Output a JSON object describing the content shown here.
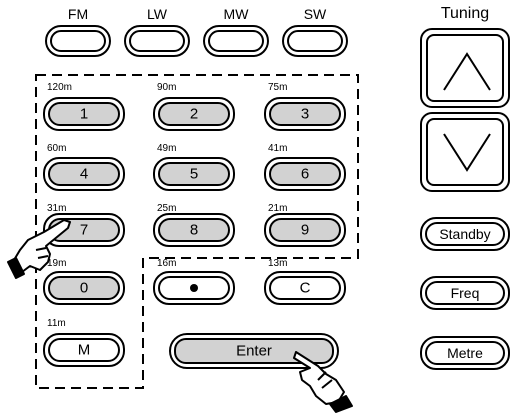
{
  "band_buttons": [
    {
      "label": "FM"
    },
    {
      "label": "LW"
    },
    {
      "label": "MW"
    },
    {
      "label": "SW"
    }
  ],
  "tuning": {
    "label": "Tuning"
  },
  "keypad": [
    {
      "band": "120m",
      "label": "1"
    },
    {
      "band": "90m",
      "label": "2"
    },
    {
      "band": "75m",
      "label": "3"
    },
    {
      "band": "60m",
      "label": "4"
    },
    {
      "band": "49m",
      "label": "5"
    },
    {
      "band": "41m",
      "label": "6"
    },
    {
      "band": "31m",
      "label": "7"
    },
    {
      "band": "25m",
      "label": "8"
    },
    {
      "band": "21m",
      "label": "9"
    },
    {
      "band": "19m",
      "label": "0"
    },
    {
      "band": "16m",
      "label": ""
    },
    {
      "band": "13m",
      "label": "C"
    },
    {
      "band": "11m",
      "label": "M"
    }
  ],
  "enter": {
    "label": "Enter"
  },
  "side_buttons": [
    {
      "label": "Standby"
    },
    {
      "label": "Freq"
    },
    {
      "label": "Metre"
    }
  ]
}
